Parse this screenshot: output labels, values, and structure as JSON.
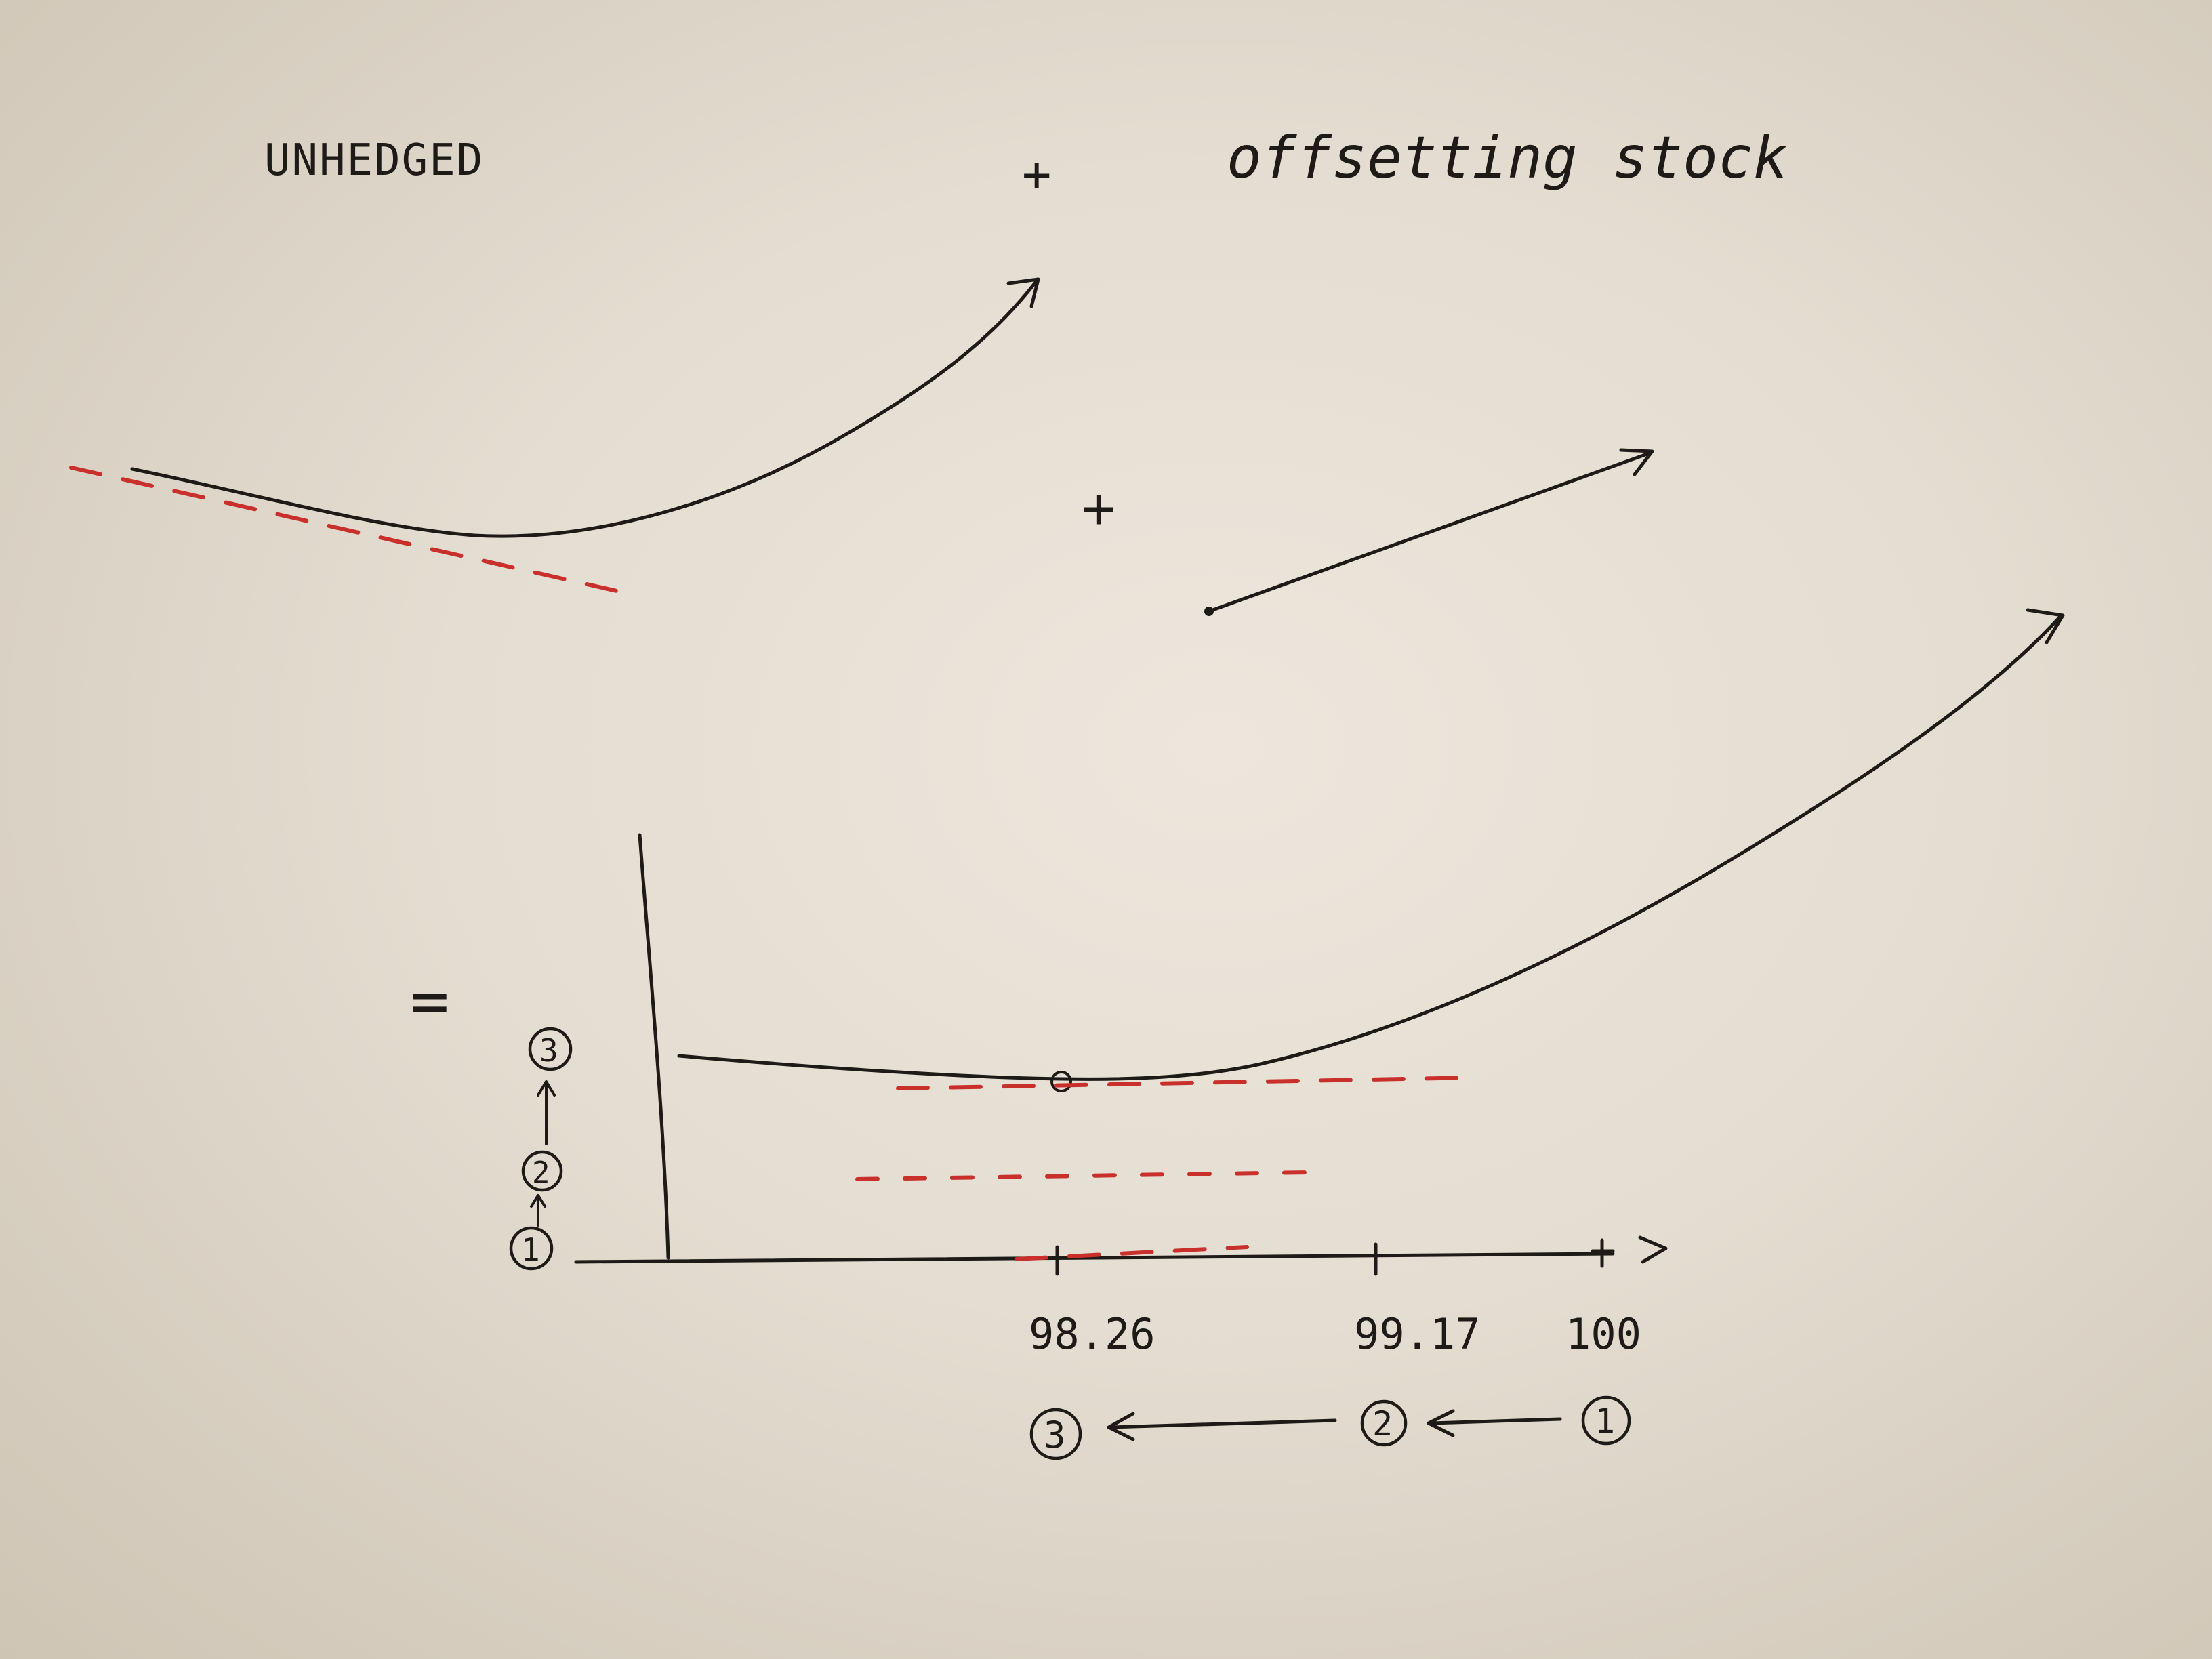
{
  "labels": {
    "unhedged": "UNHEDGED",
    "offsetting_stock": "offsetting stock",
    "plus_top": "+",
    "plus_middle": "+",
    "equals": "="
  },
  "axis": {
    "tick_labels": [
      "98.26",
      "99.17",
      "100"
    ]
  },
  "steps": {
    "vertical": [
      "3",
      "2",
      "1"
    ],
    "horizontal": [
      "3",
      "2",
      "1"
    ]
  }
}
